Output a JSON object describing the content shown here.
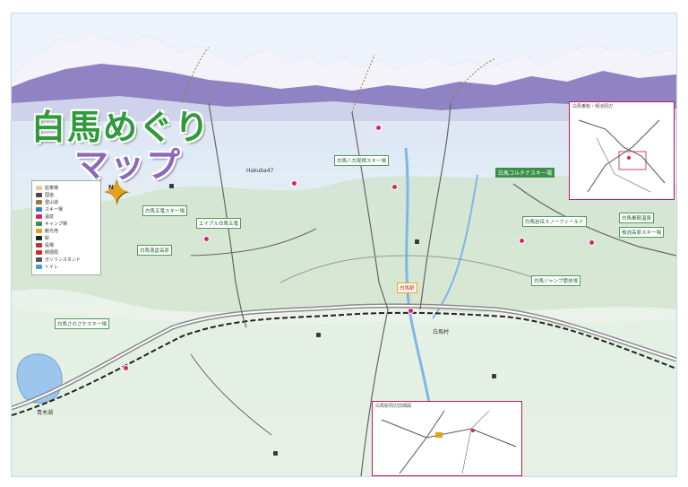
{
  "map": {
    "title": "白馬めぐり",
    "subtitle": "マップ",
    "compass_label": "N",
    "colors": {
      "mountains": "#8f83c4",
      "snow": "#ffffff",
      "land": "#e8f1e9",
      "forest": "#b9d8b0",
      "main_road": "#4a4a4a",
      "rail": "#222222",
      "river": "#7fb6e6",
      "lake": "#9cc6ee",
      "title_green": "#2f9a3a",
      "subtitle_purple": "#8a6ab8",
      "accent_pink": "#d6246e",
      "label_green": "#3c8f4a"
    },
    "legend": {
      "items": [
        {
          "label": "駐車場",
          "color": "#e8c7a0",
          "icon": "parking-icon"
        },
        {
          "label": "国道",
          "color": "#4a4a4a",
          "icon": "road-icon"
        },
        {
          "label": "登山道",
          "color": "#9c7a3c",
          "icon": "trail-icon"
        },
        {
          "label": "スキー場",
          "color": "#2f7bd1",
          "icon": "ski-icon"
        },
        {
          "label": "温泉",
          "color": "#d6246e",
          "icon": "onsen-icon"
        },
        {
          "label": "キャンプ場",
          "color": "#3c8f4a",
          "icon": "camp-icon"
        },
        {
          "label": "観光地",
          "color": "#e3a21a",
          "icon": "sightseeing-icon"
        },
        {
          "label": "駅",
          "color": "#222222",
          "icon": "station-icon"
        },
        {
          "label": "役場",
          "color": "#c4312b",
          "icon": "office-icon"
        },
        {
          "label": "郵便局",
          "color": "#c4312b",
          "icon": "post-icon"
        },
        {
          "label": "ガソリンスタンド",
          "color": "#555555",
          "icon": "gas-icon"
        },
        {
          "label": "トイレ",
          "color": "#4a9ad1",
          "icon": "toilet-icon"
        }
      ]
    },
    "place_labels": {
      "happo": "白馬八方尾根スキー場",
      "goryu": "白馬五竜スキー場",
      "iwatake": "白馬岩岳スノーフィールド",
      "cortina": "白馬コルチナスキー場",
      "norikura": "白馬乗鞍温泉",
      "tsugaike": "栂池高原スキー場",
      "hakuba47": "Hakuba47",
      "sanosaka": "白馬さのさかスキー場",
      "aokiko": "青木湖",
      "station": "白馬駅",
      "village": "白馬村",
      "jump": "白馬ジャンプ競技場",
      "escal": "エイブル白馬五竜",
      "koshi": "白馬落倉高原"
    },
    "insets": {
      "north": "白馬乗鞍・栂池周辺",
      "south": "白馬駅周辺詳細図"
    }
  }
}
